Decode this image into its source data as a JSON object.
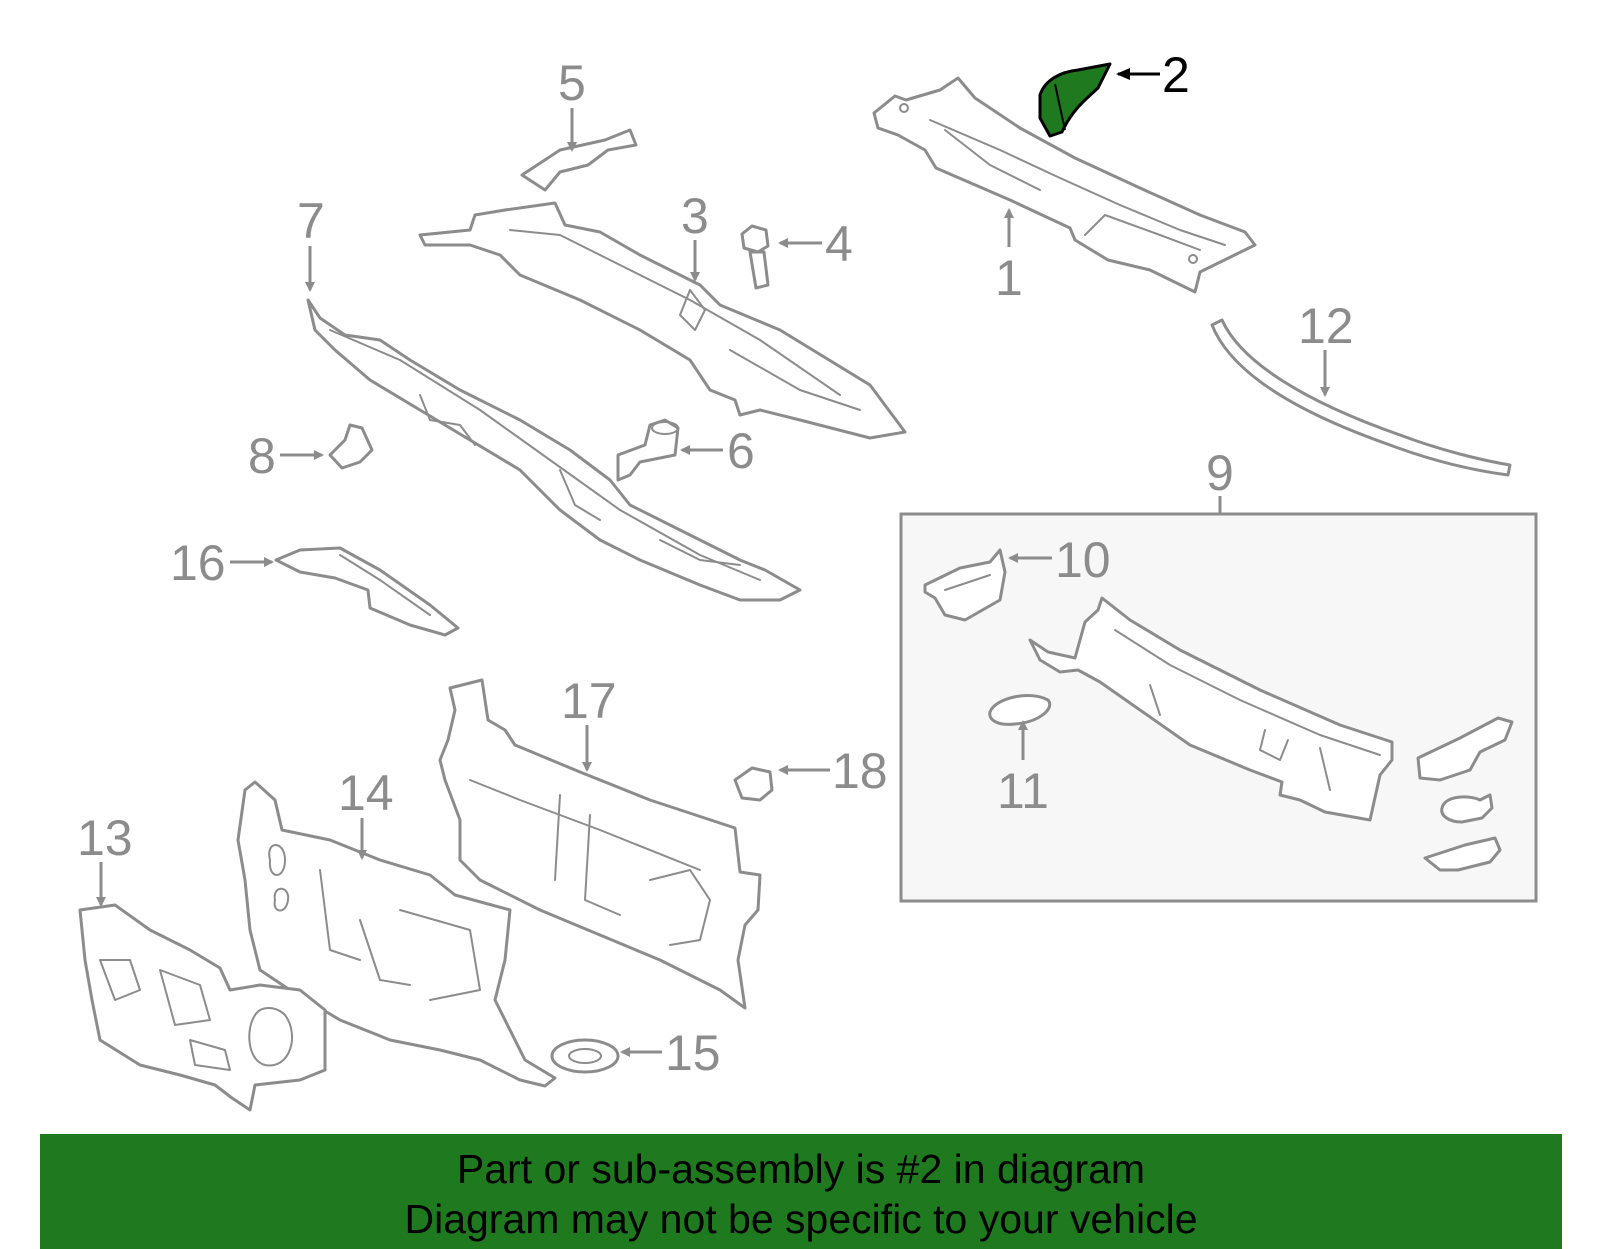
{
  "diagram": {
    "highlighted_part": "2",
    "highlight_color": "#1f7a1f",
    "line_color": "#8c8c8c",
    "callouts": {
      "c1": "1",
      "c2": "2",
      "c3": "3",
      "c4": "4",
      "c5": "5",
      "c6": "6",
      "c7": "7",
      "c8": "8",
      "c9": "9",
      "c10": "10",
      "c11": "11",
      "c12": "12",
      "c13": "13",
      "c14": "14",
      "c15": "15",
      "c16": "16",
      "c17": "17",
      "c18": "18"
    }
  },
  "banner": {
    "line1": "Part or sub-assembly is #2 in diagram",
    "line2": "Diagram may not be specific to your vehicle",
    "background": "#1f7a1f"
  }
}
